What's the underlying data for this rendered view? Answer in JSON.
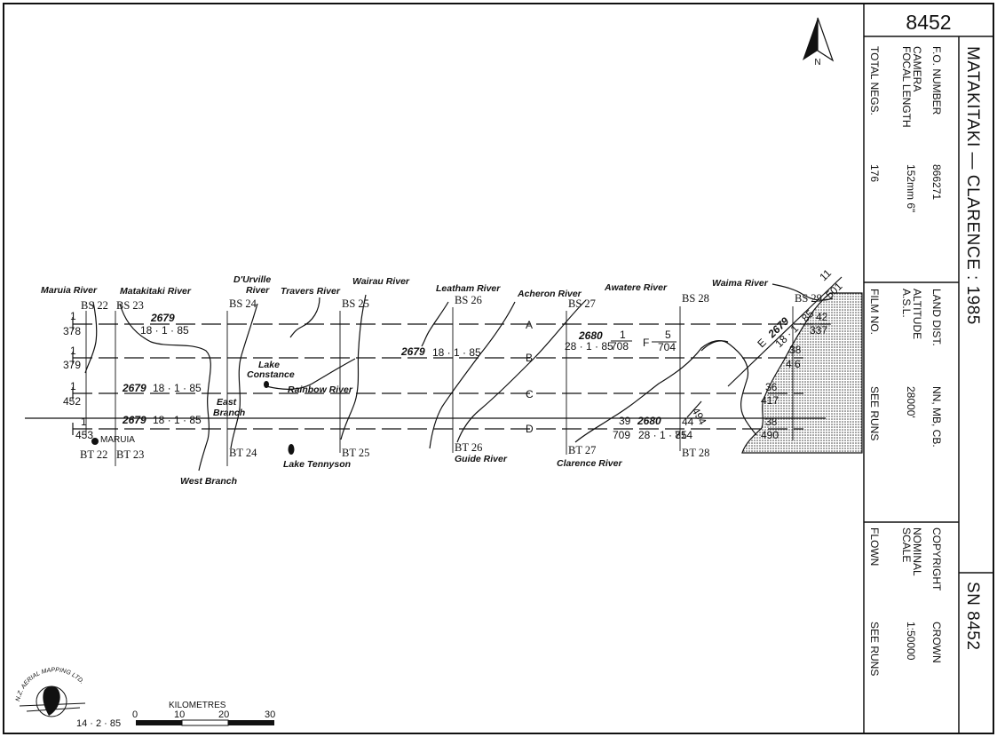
{
  "header": {
    "sheet_number": "8452",
    "title": "MATAKITAKI — CLARENCE : 1985",
    "sn": "SN 8452"
  },
  "panel": {
    "fo_number_label": "F.O. NUMBER",
    "fo_number_value": "866271",
    "land_dist_label": "LAND DIST.",
    "land_dist_value": "NN, MB, CB.",
    "copyright_label": "COPYRIGHT",
    "copyright_value": "CROWN",
    "camera_label_1": "CAMERA",
    "camera_label_2": "FOCAL LENGTH",
    "camera_value": "152mm 6\"",
    "altitude_label_1": "ALTITUDE",
    "altitude_label_2": "A.S.L.",
    "altitude_value": "28000'",
    "scale_label_1": "NOMINAL",
    "scale_label_2": "SCALE",
    "scale_value": "1:50000",
    "total_negs_label": "TOTAL NEGS.",
    "total_negs_value": "176",
    "film_no_label": "FILM NO.",
    "film_no_value": "SEE RUNS",
    "flown_label": "FLOWN",
    "flown_value": "SEE RUNS"
  },
  "north": "N",
  "rivers": {
    "maruia": "Maruia River",
    "matakitaki": "Matakitaki River",
    "durville_1": "D'Urville",
    "durville_2": "River",
    "travers": "Travers River",
    "wairau": "Wairau River",
    "leatham": "Leatham River",
    "acheron": "Acheron River",
    "awatere": "Awatere River",
    "waima": "Waima River",
    "rainbow": "Rainbow River",
    "guide": "Guide River",
    "clarence": "Clarence River",
    "west_branch": "West Branch",
    "east_branch_1": "East",
    "east_branch_2": "Branch"
  },
  "lakes": {
    "constance_1": "Lake",
    "constance_2": "Constance",
    "tennyson": "Lake Tennyson"
  },
  "place": {
    "maruia": "MARUIA"
  },
  "grid_top": [
    "BS 22",
    "BS 23",
    "BS 24",
    "BS 25",
    "BS 26",
    "BS 27",
    "BS 28",
    "BS 29"
  ],
  "grid_bottom": [
    "BT 22",
    "BT 23",
    "BT 24",
    "BT 25",
    "BT 26",
    "BT 27",
    "BT 28"
  ],
  "runs": {
    "A": {
      "letter": "A",
      "film": "2679",
      "date": "18 · 1 · 85",
      "start_top": "1",
      "start_bot": "378",
      "end_top": "42",
      "end_bot": "337"
    },
    "B": {
      "letter": "B",
      "film": "2679",
      "date": "18 · 1 · 85",
      "start_top": "1",
      "start_bot": "379",
      "end_top": "38",
      "end_bot": "4 6"
    },
    "C": {
      "letter": "C",
      "film": "2679",
      "date": "18 · 1 · 85",
      "start_top": "1",
      "start_bot": "452",
      "end_top": "36",
      "end_bot": "417"
    },
    "D": {
      "letter": "D",
      "film": "2679",
      "date": "18 · 1 · 85",
      "start_top": "1",
      "start_bot": "453",
      "end_top": "38",
      "end_bot": "490"
    },
    "E": {
      "letter": "E",
      "film": "2679",
      "date": "18 · 1 · 85",
      "end_top": "11",
      "end_bot": "501"
    },
    "F": {
      "letter": "F",
      "film": "2680",
      "date": "28 · 1 · 85",
      "start_top": "1",
      "start_bot": "708",
      "end_top": "5",
      "end_bot": "704"
    },
    "G": {
      "film": "2680",
      "date": "28 · 1 · 85",
      "start_top": "39",
      "start_bot": "709",
      "end_top": "494",
      "end_bot": "714",
      "extra": "44"
    }
  },
  "scale_bar": {
    "title": "KILOMETRES",
    "ticks": [
      "0",
      "10",
      "20",
      "30"
    ]
  },
  "logo": {
    "text": "N.Z. AERIAL MAPPING LTD.",
    "date": "14 · 2 · 85"
  }
}
